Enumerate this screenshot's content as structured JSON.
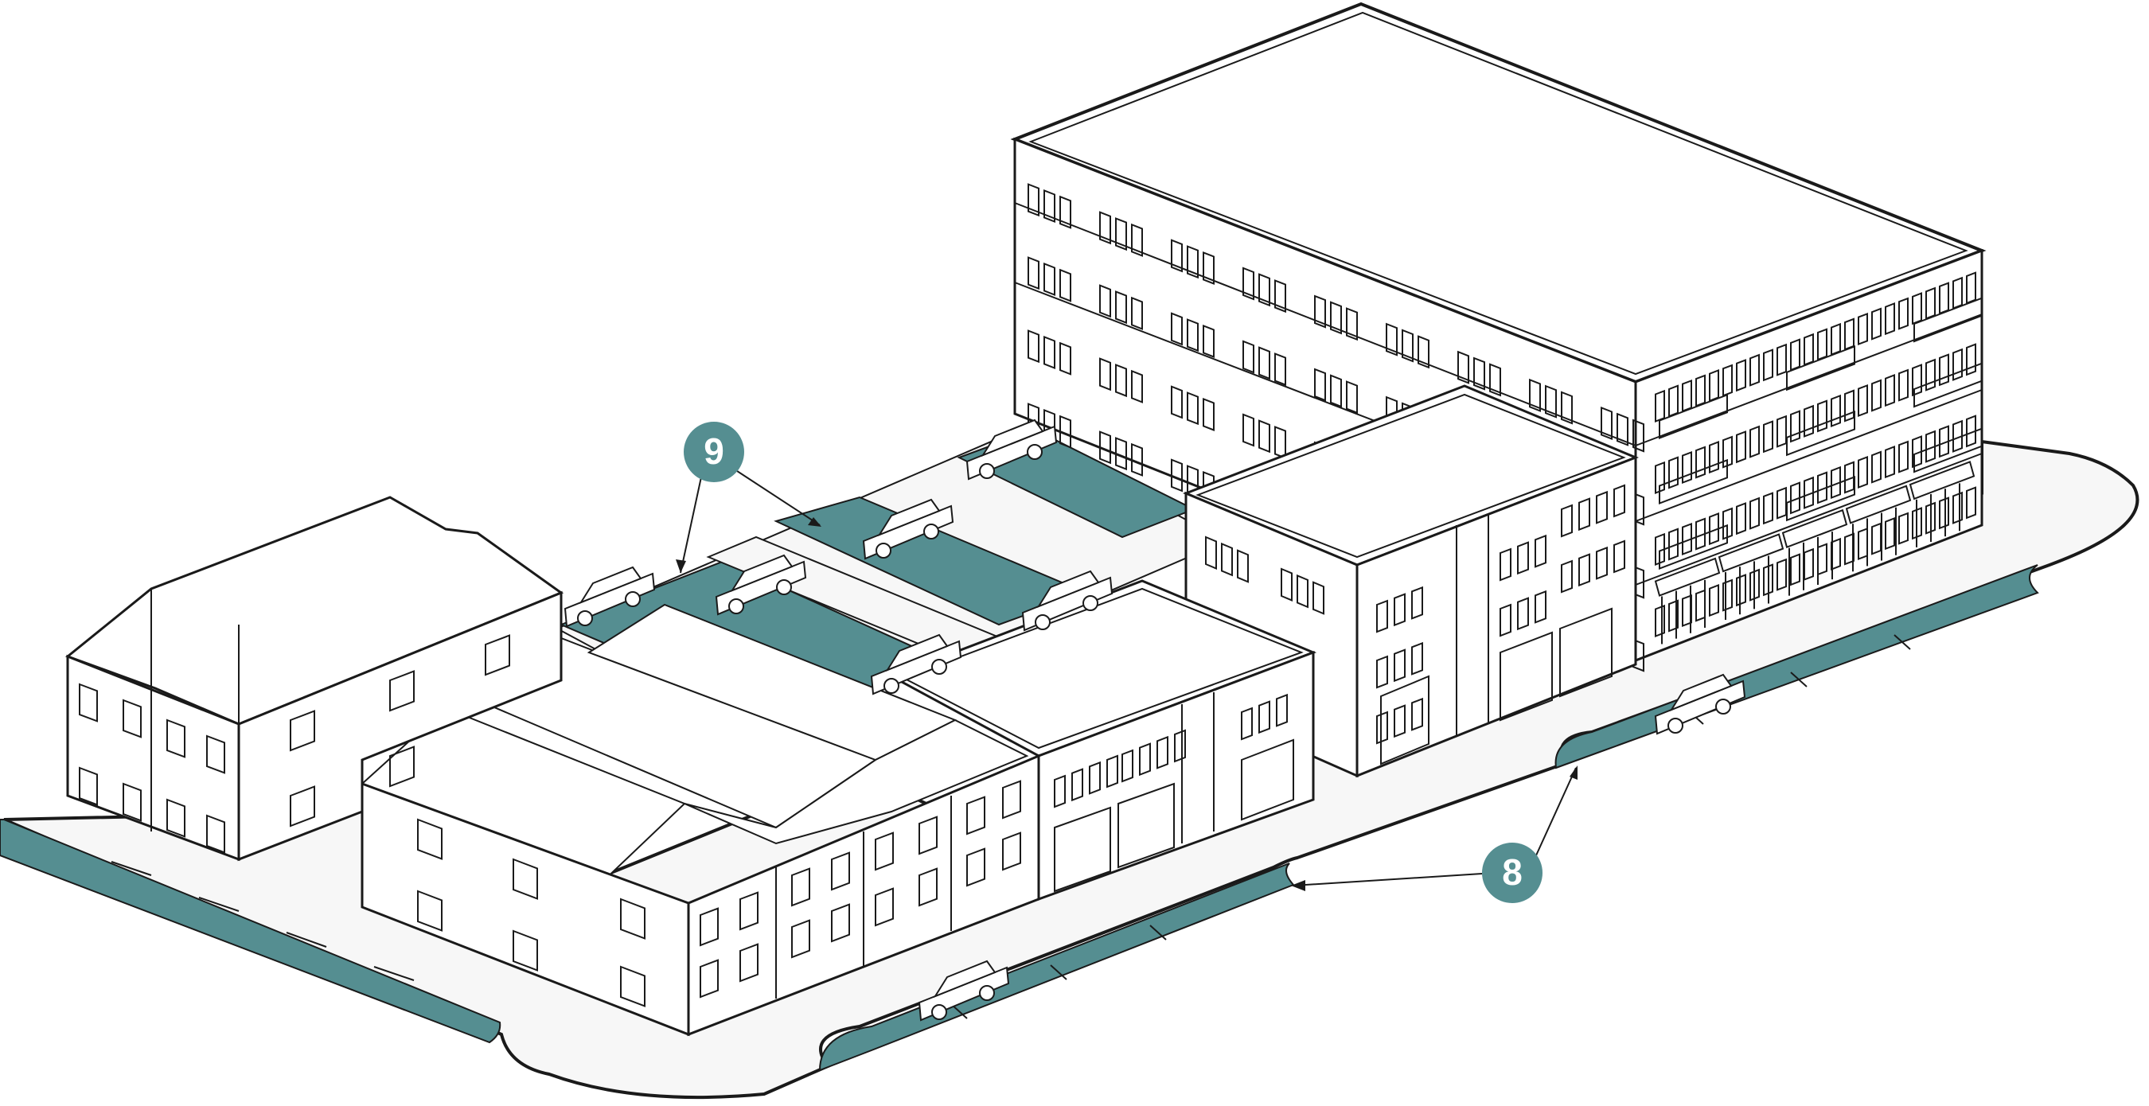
{
  "colors": {
    "accent": "#558e91",
    "ink": "#1a1a1a",
    "ground": "#f7f7f7",
    "roof": "#ffffff",
    "wall": "#ffffff"
  },
  "callouts": [
    {
      "id": "callout-9",
      "label": "9"
    },
    {
      "id": "callout-8",
      "label": "8"
    }
  ]
}
